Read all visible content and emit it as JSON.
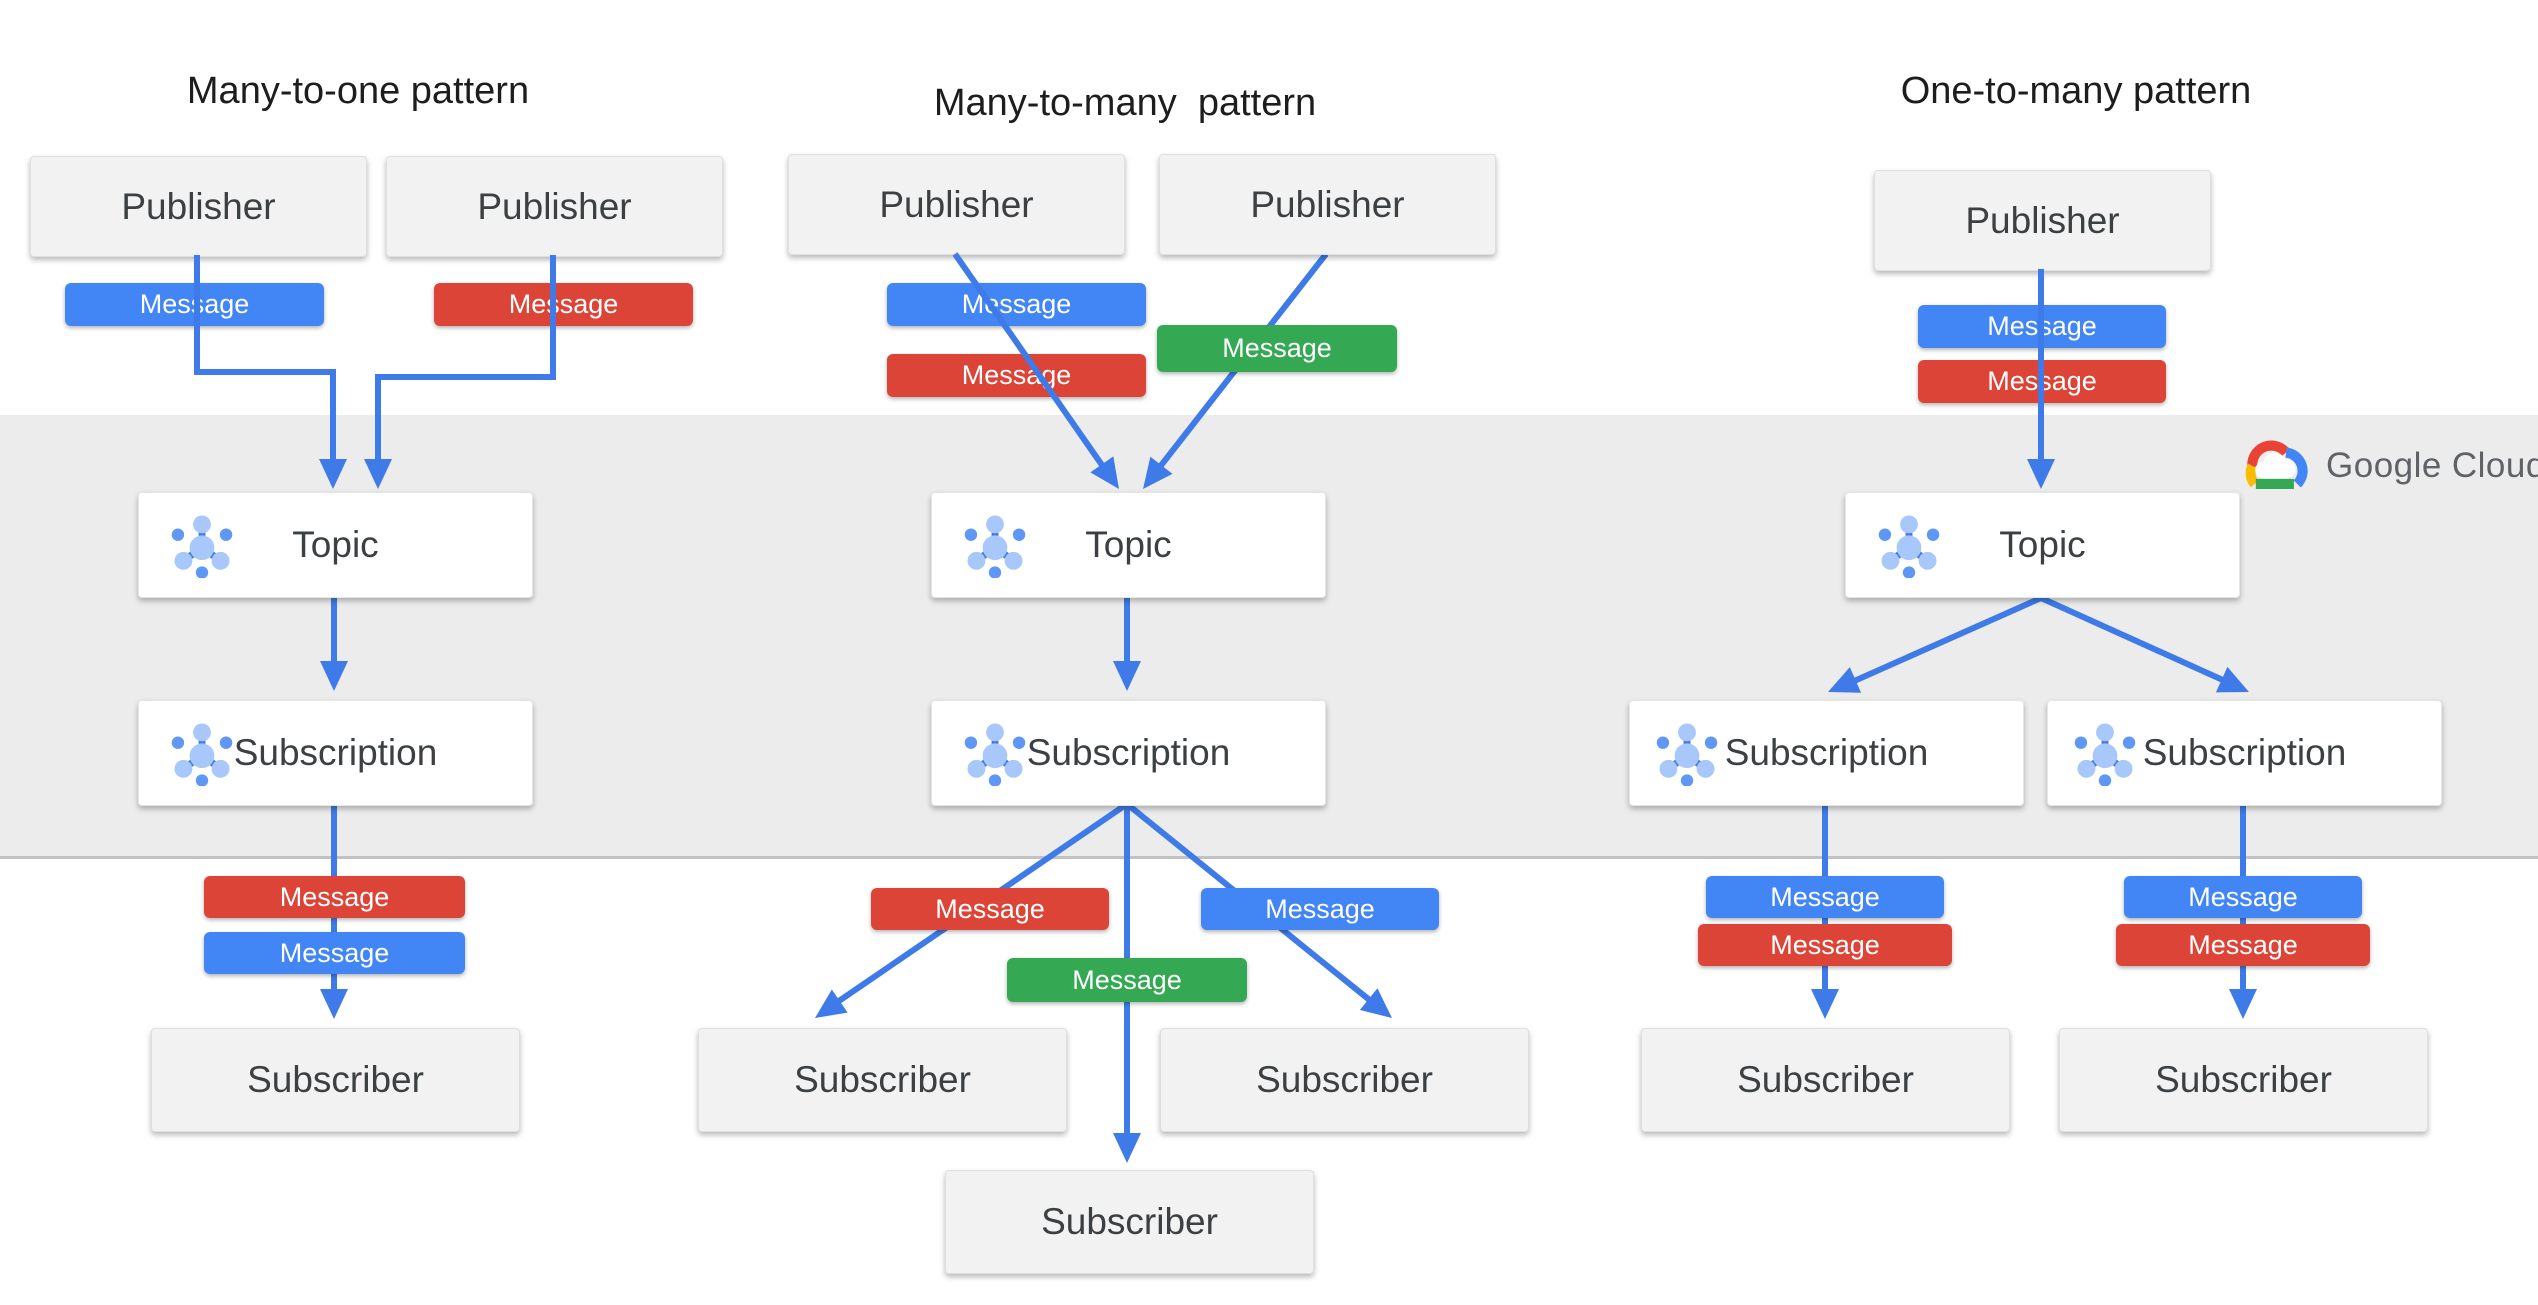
{
  "page": {
    "background": "#ffffff"
  },
  "palette": {
    "message_blue": "#4285F4",
    "message_red": "#DB4437",
    "message_green": "#34A853",
    "arrow_blue": "#3E7BE8",
    "box_fill": "#F2F2F2",
    "topic_box_fill": "#FFFFFF",
    "band_gray": "#ECECEC",
    "band_edge": "#C2C2C2",
    "title_text": "#1D1D1D",
    "box_label_text": "#3C4043",
    "logo_text_gray": "#5F6368",
    "icon_light_blue": "#A8C7FA",
    "icon_dark_blue": "#5E97F6",
    "logo_red": "#EA4335",
    "logo_yellow": "#FBBC04",
    "logo_green": "#34A853"
  },
  "diagram": {
    "titles": {
      "many_to_one": "Many-to-one pattern",
      "many_to_many": "Many-to-many  pattern",
      "one_to_many": "One-to-many pattern"
    },
    "labels": {
      "publisher": "Publisher",
      "message": "Message",
      "topic": "Topic",
      "subscription": "Subscription",
      "subscriber": "Subscriber"
    }
  },
  "logo": {
    "google": "Google",
    "cloud": "Cloud"
  }
}
